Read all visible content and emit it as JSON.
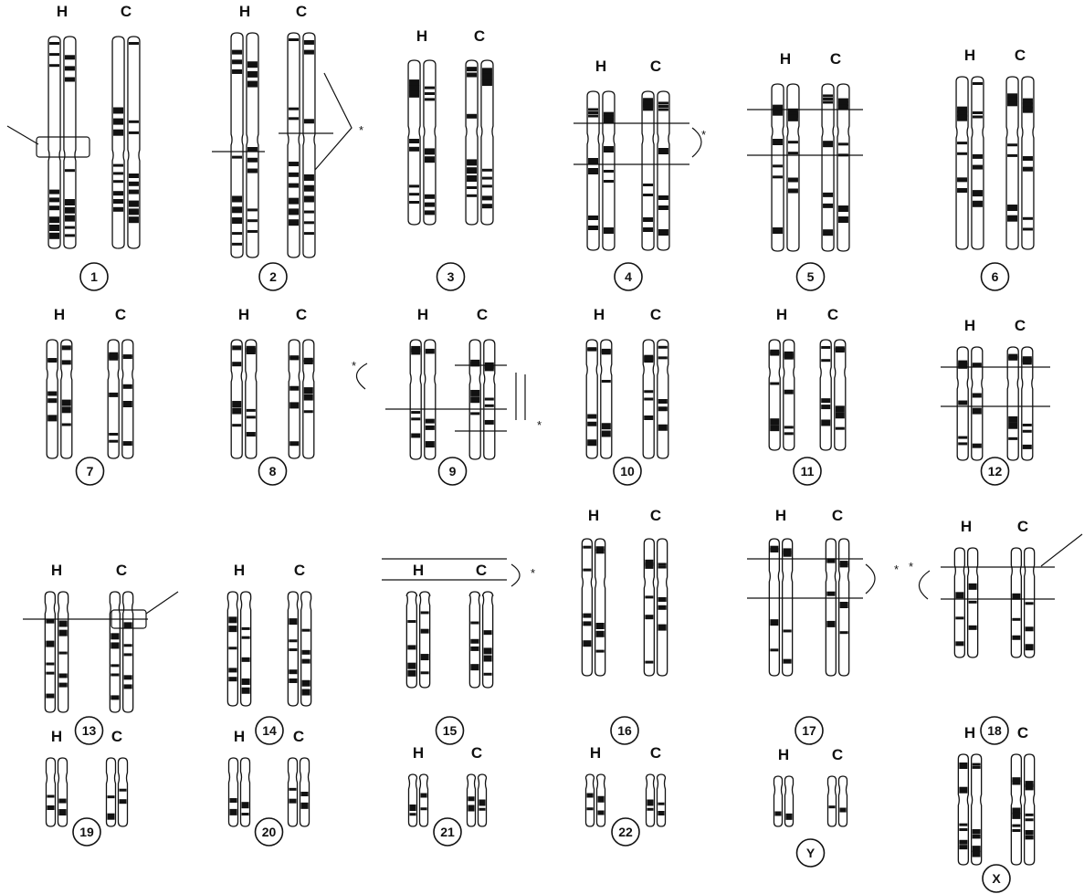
{
  "labels": {
    "human": "H",
    "chimp": "C",
    "marker": "*"
  },
  "pairs": [
    {
      "id": "1"
    },
    {
      "id": "2"
    },
    {
      "id": "3"
    },
    {
      "id": "4"
    },
    {
      "id": "5"
    },
    {
      "id": "6"
    },
    {
      "id": "7"
    },
    {
      "id": "8"
    },
    {
      "id": "9"
    },
    {
      "id": "10"
    },
    {
      "id": "11"
    },
    {
      "id": "12"
    },
    {
      "id": "13"
    },
    {
      "id": "14"
    },
    {
      "id": "15"
    },
    {
      "id": "16"
    },
    {
      "id": "17"
    },
    {
      "id": "18"
    },
    {
      "id": "19"
    },
    {
      "id": "20"
    },
    {
      "id": "21"
    },
    {
      "id": "22"
    },
    {
      "id": "Y"
    },
    {
      "id": "X"
    }
  ]
}
